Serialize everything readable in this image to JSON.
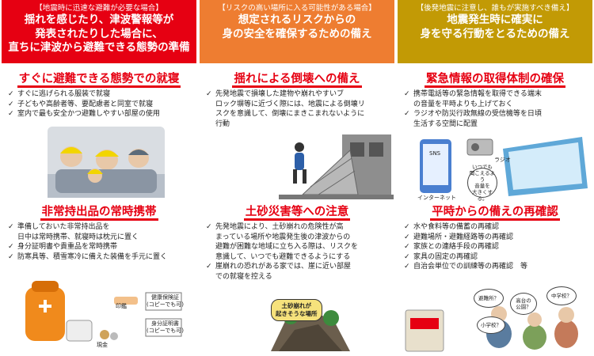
{
  "columns": [
    {
      "banner_tag": "【地震時に迅速な避難が必要な場合】",
      "banner_lines": [
        "揺れを感じたり、津波警報等が",
        "発表されたりした場合に、",
        "直ちに津波から避難できる態勢の準備"
      ],
      "section1": {
        "heading": "すぐに避難できる態勢での就寝",
        "items": [
          "すぐに逃げられる服装で就寝",
          "子どもや高齢者等、要配慮者と同室で就寝",
          "室内で最も安全かつ避難しやすい部屋の使用"
        ]
      },
      "section2": {
        "heading": "非常持出品の常時携帯",
        "items": [
          "準備しておいた非常持出品を",
          "日中は常時携帯、就寝時は枕元に置く",
          "身分証明書や貴重品を常時携帯",
          "防寒具等、積雪寒冷に備えた装備を手元に置く"
        ],
        "item_checks": [
          true,
          false,
          true,
          true
        ],
        "captions": [
          "健康保険証\n(コピーでも可)",
          "身分証明書\n(コピーでも可)",
          "印鑑",
          "現金"
        ]
      }
    },
    {
      "banner_tag": "【リスクの高い場所に入る可能性がある場合】",
      "banner_lines": [
        "想定されるリスクからの",
        "身の安全を確保するための備え"
      ],
      "section1": {
        "heading": "揺れによる倒壊への備え",
        "items": [
          "先発地震で損壊した建物や崩れやすいブ",
          "ロック塀等に近づく際には、地震による倒壊リ",
          "スクを意識して、倒壊にまきこまれないように",
          "行動"
        ],
        "item_checks": [
          true,
          false,
          false,
          false
        ]
      },
      "section2": {
        "heading": "土砂災害等への注意",
        "items": [
          "先発地震により、土砂崩れの危険性が高",
          "まっている場所や地震発生後の津波からの",
          "避難が困難な地域に立ち入る際は、リスクを",
          "意識して、いつでも避難できるようにする",
          "崖崩れの恐れがある家では、崖に近い部屋",
          "での就寝を控える"
        ],
        "item_checks": [
          true,
          false,
          false,
          false,
          true,
          false
        ],
        "badge": "土砂崩れが\n起きそうな場所"
      }
    },
    {
      "banner_tag": "【後発地震に注意し、誰もが実施すべき備え】",
      "banner_lines": [
        "地震発生時に確実に",
        "身を守る行動をとるための備え"
      ],
      "section1": {
        "heading": "緊急情報の取得体制の確保",
        "items": [
          "携帯電話等の緊急情報を取得できる端末",
          "の音量を平時よりも上げておく",
          "ラジオや防災行政無線の受信機等を日頃",
          "生活する空間に配置"
        ],
        "item_checks": [
          true,
          false,
          true,
          false
        ],
        "captions": [
          "SNS",
          "ラジオ",
          "インターネット",
          "いつでも\n聞こえるよう\n音量を\n大きくする。"
        ]
      },
      "section2": {
        "heading": "平時からの備えの再確認",
        "items": [
          "水や食料等の備蓄の再確認",
          "避難場所・避難経路等の再確認",
          "家族との連絡手段の再確認",
          "家具の固定の再確認",
          "自治会単位での訓練等の再確認　等"
        ],
        "bubbles": [
          "避難所？",
          "高台の\n公園？",
          "中学校？",
          "小学校？"
        ]
      }
    }
  ],
  "check_glyph": "✓",
  "colors": {
    "red": "#e60012",
    "orange": "#ee7d31",
    "gold": "#c29a05"
  }
}
